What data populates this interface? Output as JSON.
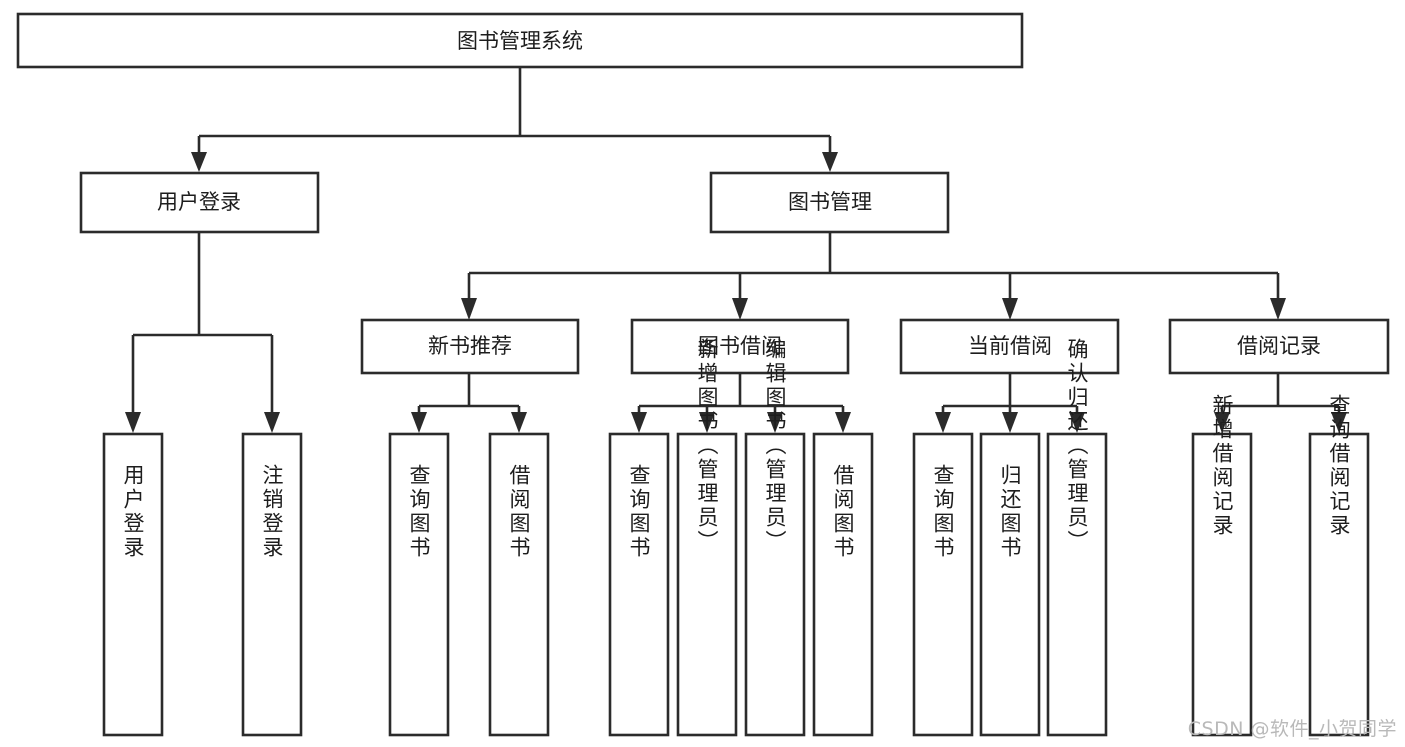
{
  "diagram": {
    "type": "hierarchy-tree",
    "title": "图书管理系统",
    "watermark": "CSDN @软件_小贺同学",
    "colors": {
      "stroke": "#2b2b2b",
      "fill": "#ffffff",
      "text": "#1d1d1d",
      "watermark": "#b9b9b9"
    },
    "root": {
      "label": "图书管理系统"
    },
    "level2": [
      {
        "label": "用户登录"
      },
      {
        "label": "图书管理"
      }
    ],
    "level3": [
      {
        "label": "新书推荐"
      },
      {
        "label": "图书借阅"
      },
      {
        "label": "当前借阅"
      },
      {
        "label": "借阅记录"
      }
    ],
    "leaves": {
      "user_login": [
        {
          "label": "用户登录"
        },
        {
          "label": "注销登录"
        }
      ],
      "new_book_recommend": [
        {
          "label": "查询图书"
        },
        {
          "label": "借阅图书"
        }
      ],
      "book_borrow": [
        {
          "label": "查询图书"
        },
        {
          "label": "新增图书（管理员）"
        },
        {
          "label": "编辑图书（管理员）"
        },
        {
          "label": "借阅图书"
        }
      ],
      "current_borrow": [
        {
          "label": "查询图书"
        },
        {
          "label": "归还图书"
        },
        {
          "label": "确认归还（管理员）"
        }
      ],
      "borrow_record": [
        {
          "label": "新增借阅记录"
        },
        {
          "label": "查询借阅记录"
        }
      ]
    }
  }
}
